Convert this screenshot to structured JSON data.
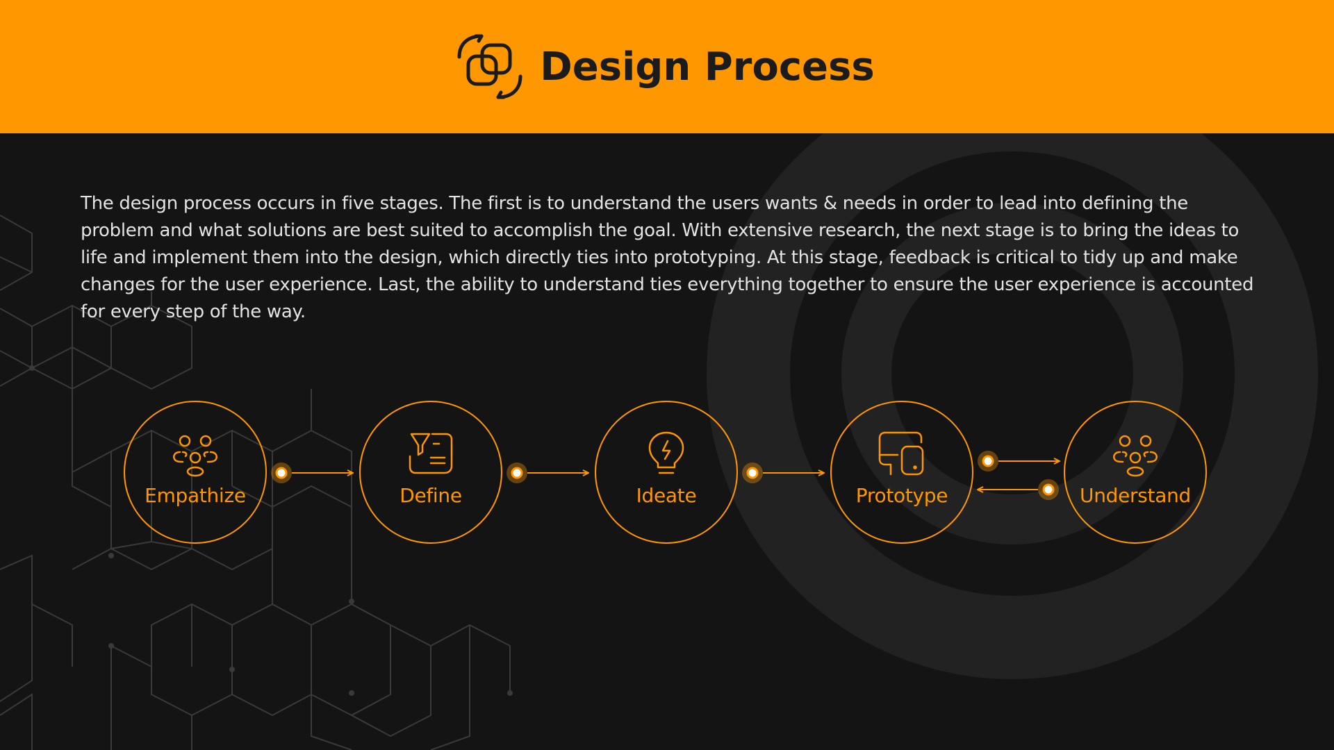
{
  "header": {
    "title": "Design Process",
    "icon": "overlapping-squares-cycle-icon",
    "background": "#ff9800"
  },
  "description": "The design process occurs in five stages. The first is to understand the users wants & needs in order to lead into defining the problem and what solutions are best suited to accomplish the goal. With extensive research, the next stage is to bring the ideas to life and implement them into the design, which directly ties into prototyping. At this stage, feedback is critical to tidy up and make changes for the user experience. Last, the ability to understand ties everything together to ensure the user experience is accounted for every step of the way.",
  "stages": [
    {
      "label": "Empathize",
      "icon": "people-group-icon"
    },
    {
      "label": "Define",
      "icon": "filter-list-icon"
    },
    {
      "label": "Ideate",
      "icon": "lightbulb-icon"
    },
    {
      "label": "Prototype",
      "icon": "devices-icon"
    },
    {
      "label": "Understand",
      "icon": "people-group-icon"
    }
  ],
  "colors": {
    "accent": "#ff9800",
    "background": "#141414",
    "text": "#e4e4e4"
  }
}
